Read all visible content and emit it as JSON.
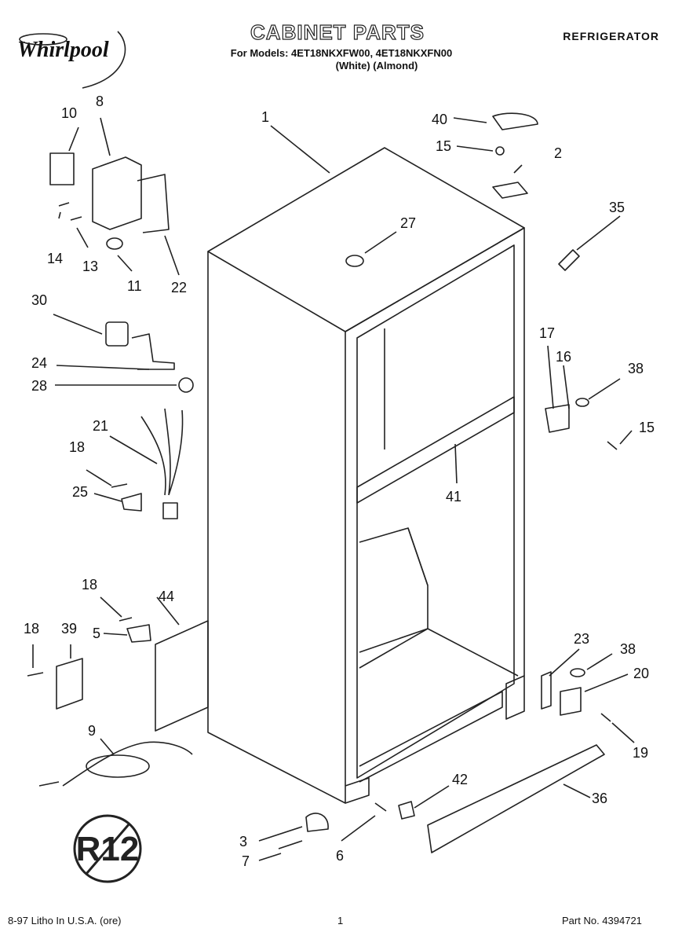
{
  "header": {
    "title": "CABINET PARTS",
    "models": "For Models: 4ET18NKXFW00, 4ET18NKXFN00",
    "colors": "(White)      (Almond)",
    "product": "REFRIGERATOR",
    "brand": "Whirlpool"
  },
  "badge": {
    "text": "R12"
  },
  "footer": {
    "left": "8-97 Litho In U.S.A. (ore)",
    "center": "1",
    "right": "Part No. 4394721"
  },
  "callouts": [
    {
      "id": "c1",
      "label": "1"
    },
    {
      "id": "c2",
      "label": "2"
    },
    {
      "id": "c3",
      "label": "3"
    },
    {
      "id": "c5",
      "label": "5"
    },
    {
      "id": "c6",
      "label": "6"
    },
    {
      "id": "c7",
      "label": "7"
    },
    {
      "id": "c8",
      "label": "8"
    },
    {
      "id": "c9",
      "label": "9"
    },
    {
      "id": "c10",
      "label": "10"
    },
    {
      "id": "c11",
      "label": "11"
    },
    {
      "id": "c13",
      "label": "13"
    },
    {
      "id": "c14",
      "label": "14"
    },
    {
      "id": "c15a",
      "label": "15"
    },
    {
      "id": "c15b",
      "label": "15"
    },
    {
      "id": "c16",
      "label": "16"
    },
    {
      "id": "c17",
      "label": "17"
    },
    {
      "id": "c18a",
      "label": "18"
    },
    {
      "id": "c18b",
      "label": "18"
    },
    {
      "id": "c18c",
      "label": "18"
    },
    {
      "id": "c19",
      "label": "19"
    },
    {
      "id": "c20",
      "label": "20"
    },
    {
      "id": "c21",
      "label": "21"
    },
    {
      "id": "c22",
      "label": "22"
    },
    {
      "id": "c23",
      "label": "23"
    },
    {
      "id": "c24",
      "label": "24"
    },
    {
      "id": "c25",
      "label": "25"
    },
    {
      "id": "c27",
      "label": "27"
    },
    {
      "id": "c28",
      "label": "28"
    },
    {
      "id": "c30",
      "label": "30"
    },
    {
      "id": "c35",
      "label": "35"
    },
    {
      "id": "c36",
      "label": "36"
    },
    {
      "id": "c38a",
      "label": "38"
    },
    {
      "id": "c38b",
      "label": "38"
    },
    {
      "id": "c39",
      "label": "39"
    },
    {
      "id": "c40",
      "label": "40"
    },
    {
      "id": "c41",
      "label": "41"
    },
    {
      "id": "c42",
      "label": "42"
    },
    {
      "id": "c44",
      "label": "44"
    }
  ]
}
